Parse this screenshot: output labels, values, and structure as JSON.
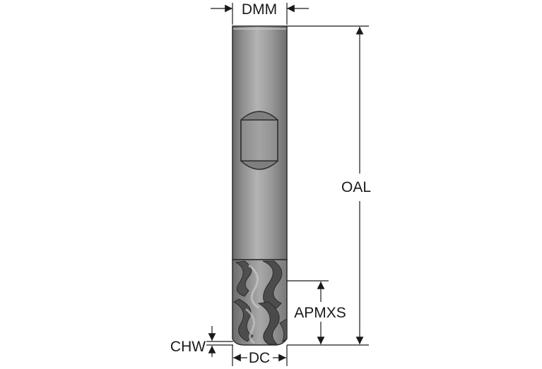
{
  "diagram": {
    "subject": "end-mill",
    "colors": {
      "tool_light": "#a7a7a7",
      "tool_mid": "#8c8c8c",
      "tool_dark": "#5a5a5a",
      "outline": "#2b2b2b",
      "dimension_lines": "#1a1a1a"
    },
    "labels": {
      "dmm": "DMM",
      "oal": "OAL",
      "apmxs": "APMXS",
      "chw": "CHW",
      "dc": "DC"
    }
  }
}
